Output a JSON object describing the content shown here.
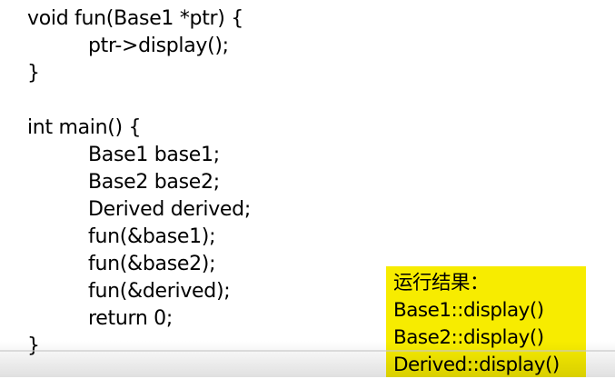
{
  "code_lines": [
    {
      "text": "void fun(Base1 *ptr) {",
      "indent": 0
    },
    {
      "text": "ptr->display();",
      "indent": 1
    },
    {
      "text": "}",
      "indent": 0
    },
    {
      "text": "",
      "indent": 0
    },
    {
      "text": "int main() {",
      "indent": 0
    },
    {
      "text": "Base1 base1;",
      "indent": 1
    },
    {
      "text": "Base2 base2;",
      "indent": 1
    },
    {
      "text": "Derived derived;",
      "indent": 1
    },
    {
      "text": "fun(&base1);",
      "indent": 1
    },
    {
      "text": "fun(&base2);",
      "indent": 1
    },
    {
      "text": "fun(&derived);",
      "indent": 1
    },
    {
      "text": "return 0;",
      "indent": 1
    },
    {
      "text": "}",
      "indent": 0
    }
  ],
  "result_box": {
    "title": "运行结果：",
    "lines": [
      "Base1::display()",
      "Base2::display()",
      "Derived::display()"
    ],
    "background": "#f7ec00"
  }
}
